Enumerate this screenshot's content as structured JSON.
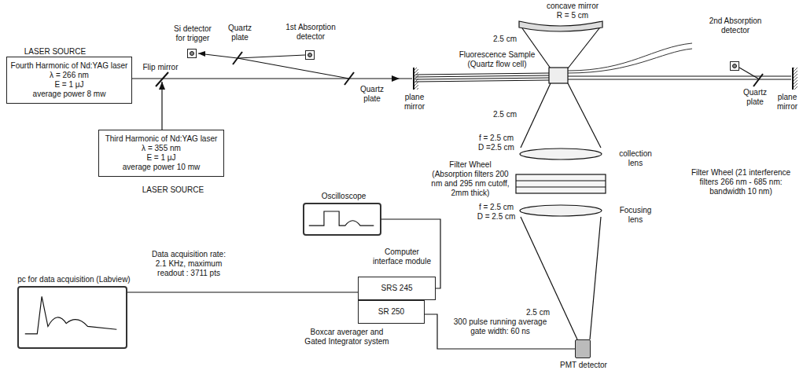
{
  "diagram": {
    "nodes": [
      {
        "text": [
          "Fourth Harmonic of Nd:YAG laser",
          "λ = 266 nm",
          "E = 1 μJ",
          "average power 8 mw"
        ]
      },
      {
        "text": [
          "Third Harmonic of Nd:YAG laser",
          "λ = 355 nm",
          "E = 1 μJ",
          "average power 10 mw"
        ]
      },
      {
        "text": [
          "Si detector for trigger"
        ]
      },
      {
        "text": [
          "1st Absorption detector"
        ]
      },
      {
        "text": [
          "2nd Absorption detector"
        ]
      },
      {
        "text": [
          "Oscilloscope"
        ]
      },
      {
        "text": [
          "Computer interface module",
          "SRS 245"
        ]
      },
      {
        "text": [
          "SR 250",
          "Boxcar averager and Gated Integrator system"
        ]
      },
      {
        "text": [
          "pc for data acquisition (Labview)"
        ]
      },
      {
        "text": [
          "PMT detector"
        ]
      }
    ],
    "edges": [
      {
        "from": 8,
        "to": 6,
        "arrow": "none",
        "label": "Data acquisition rate: 2.1 KHz, maximum readout : 3711 pts"
      },
      {
        "from": 5,
        "to": 6,
        "arrow": "none"
      },
      {
        "from": 7,
        "to": 9,
        "arrow": "none",
        "label": "300 pulse running average gate width: 60 ns"
      }
    ],
    "labels": [
      "LASER SOURCE",
      "Flip mirror",
      "Quartz plate",
      "Quartz plate",
      "plane mirror",
      "Fluorescence Sample (Quartz flow cell)",
      "concave mirror R = 5 cm",
      "2.5 cm",
      "2.5 cm",
      "Quartz plate",
      "plane mirror",
      "f = 2.5 cm D =2.5 cm",
      "collection lens",
      "Filter Wheel (Absorption filters 200 nm and 295 nm cutoff, 2mm thick)",
      "Filter Wheel (21 interference filters 266 nm - 685 nm: bandwidth 10 nm)",
      "f = 2.5 cm D = 2.5 cm",
      "Focusing lens",
      "2.5 cm",
      "LASER SOURCE"
    ]
  }
}
